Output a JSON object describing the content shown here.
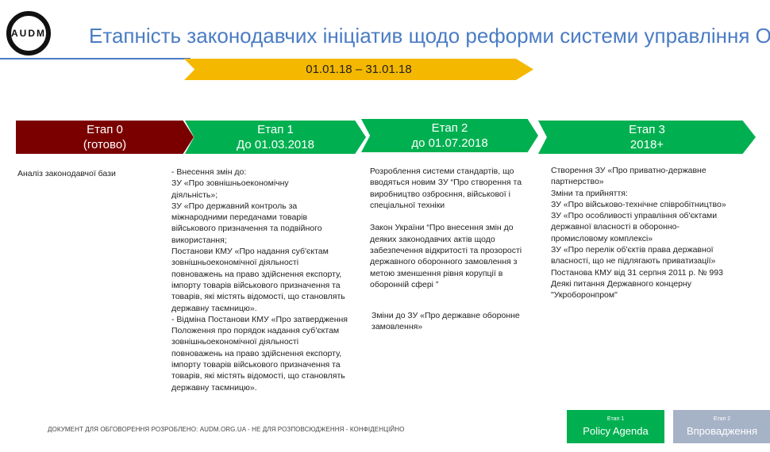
{
  "logo": {
    "text": "AUDM"
  },
  "title": "Етапність законодавчих ініціатив щодо реформи системи управління ОПК",
  "period": "01.01.18 – 31.01.18",
  "stages": [
    {
      "name": "Етап 0",
      "date": "(готово)",
      "color": "#7a0000"
    },
    {
      "name": "Етап 1",
      "date": "До 01.03.2018",
      "color": "#00b050"
    },
    {
      "name": "Етап 2",
      "date": "до 01.07.2018",
      "color": "#00b050"
    },
    {
      "name": "Етап 3",
      "date": "2018+",
      "color": "#00b050"
    }
  ],
  "columns": {
    "c0": "Аналіз законодавчої бази",
    "c1": "- Внесення змін до:\nЗУ «Про зовнішньоекономічну\n діяльність»;\nЗУ «Про державний контроль за\nміжнародними передачами товарів\nвійськового призначення та подвійного\nвикористання;\nПостанови КМУ «Про надання суб'єктам\nзовнішньоекономічної діяльності\nповноважень на право здійснення експорту,\nімпорту товарів військового призначення та\nтоварів, які містять відомості, що становлять\nдержавну таємницю».\n- Відміна Постанови КМУ «Про затвердження\nПоложення про порядок надання суб'єктам\nзовнішньоекономічної діяльності\nповноважень на право здійснення експорту,\nімпорту товарів військового призначення та\nтоварів, які містять відомості, що становлять\nдержавну таємницю».",
    "c2": "Розроблення системи стандартів, що\nвводяться новим ЗУ “Про створення та\nвиробництво озброєння, військової і\nспеціальної техніки\n\nЗакон України “Про внесення змін до\nдеяких законодавчих актів щодо\nзабезпечення відкритості та прозорості\nдержавного оборонного замовлення з\nметою зменшення рівня корупції в\nоборонній сфері ”",
    "c2b": "Зміни до ЗУ «Про державне оборонне\n замовлення»",
    "c3": "Створення ЗУ «Про приватно-державне\nпартнерство»\nЗміни та прийняття:\nЗУ «Про військово-технічне співробітництво»\nЗУ «Про особливості управління об'єктами\nдержавної власності в оборонно-\nпромисловому комплексі»\nЗУ «Про перелік об'єктів права державної\nвласності, що не підлягають приватизації»\nПостанова КМУ від 31 серпня 2011 р. № 993\nДеякі питання Державного концерну\n\"Укроборонпром\""
  },
  "footer": "ДОКУМЕНТ ДЛЯ ОБГОВОРЕННЯ РОЗРОБЛЕНО:  AUDM.ORG.UA -  НЕ ДЛЯ РОЗПОВСЮДЖЕННЯ - КОНФІДЕНЦІЙНО",
  "tabs": [
    {
      "small": "Етап 1",
      "label": "Policy Agenda",
      "color": "#00b050"
    },
    {
      "small": "Етап 2",
      "label": "Впровадження",
      "color": "#a6b2c6"
    }
  ]
}
